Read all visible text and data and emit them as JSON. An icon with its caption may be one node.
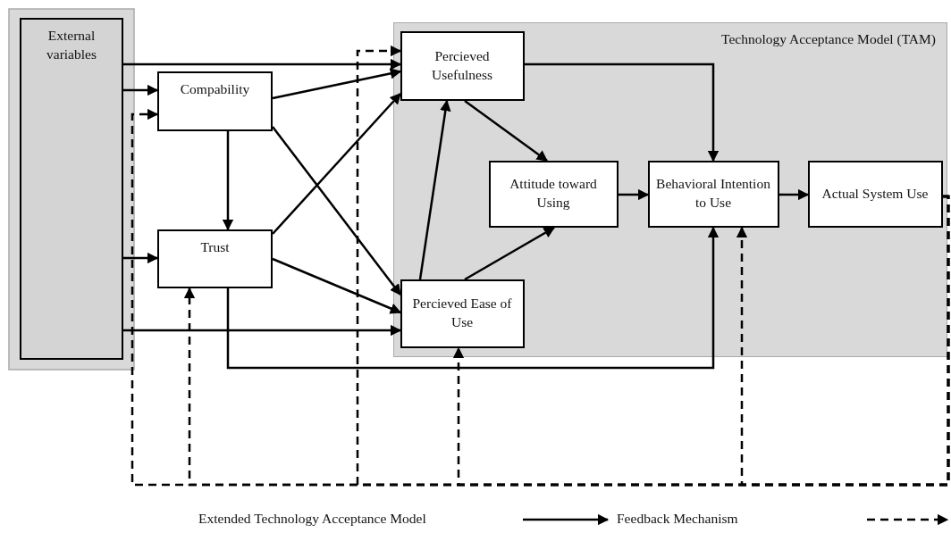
{
  "diagram": {
    "nodes": [
      {
        "text": [
          "External variables"
        ]
      },
      {
        "text": [
          "Technology Acceptance Model (TAM)"
        ]
      },
      {
        "text": [
          "Percieved Usefulness"
        ],
        "in": 1
      },
      {
        "text": [
          "Compability"
        ]
      },
      {
        "text": [
          "Attitude toward Using"
        ],
        "in": 1
      },
      {
        "text": [
          "Behavioral Intention to Use"
        ],
        "in": 1
      },
      {
        "text": [
          "Actual System Use"
        ],
        "in": 1
      },
      {
        "text": [
          "Trust"
        ]
      },
      {
        "text": [
          "Percieved Ease of Use"
        ],
        "in": 1
      }
    ],
    "edges": [
      {
        "from": 0,
        "to": 2,
        "arrow": "to"
      },
      {
        "from": 0,
        "to": 3,
        "arrow": "to"
      },
      {
        "from": 0,
        "to": 7,
        "arrow": "to"
      },
      {
        "from": 0,
        "to": 8,
        "arrow": "to"
      },
      {
        "from": 3,
        "to": 2,
        "arrow": "to"
      },
      {
        "from": 3,
        "to": 7,
        "arrow": "to"
      },
      {
        "from": 3,
        "to": 8,
        "arrow": "to"
      },
      {
        "from": 7,
        "to": 2,
        "arrow": "to"
      },
      {
        "from": 7,
        "to": 8,
        "arrow": "to"
      },
      {
        "from": 7,
        "to": 5,
        "arrow": "to"
      },
      {
        "from": 2,
        "to": 4,
        "arrow": "to"
      },
      {
        "from": 2,
        "to": 5,
        "arrow": "to"
      },
      {
        "from": 8,
        "to": 2,
        "arrow": "to"
      },
      {
        "from": 8,
        "to": 4,
        "arrow": "to"
      },
      {
        "from": 4,
        "to": 5,
        "arrow": "to"
      },
      {
        "from": 5,
        "to": 6,
        "arrow": "to"
      },
      {
        "from": 6,
        "to": 3,
        "arrow": "to",
        "style": "dashed"
      },
      {
        "from": 6,
        "to": 7,
        "arrow": "to",
        "style": "dashed"
      },
      {
        "from": 6,
        "to": 8,
        "arrow": "to",
        "style": "dashed"
      },
      {
        "from": 6,
        "to": 5,
        "arrow": "to",
        "style": "dashed"
      },
      {
        "from": 6,
        "to": 2,
        "arrow": "to",
        "style": "dashed"
      }
    ],
    "legend": [
      {
        "text": "Extended Technology Acceptance Model"
      },
      {
        "text": "Feedback Mechanism"
      }
    ]
  }
}
